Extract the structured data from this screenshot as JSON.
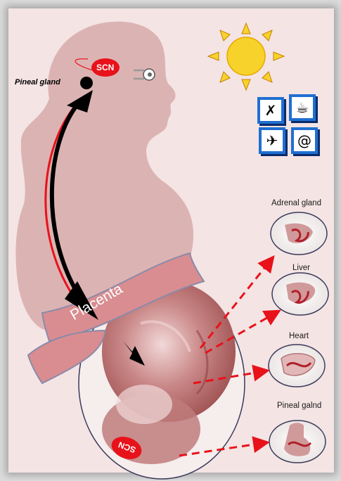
{
  "labels": {
    "scn_top": "SCN",
    "scn_fetal": "SCN",
    "pineal_gland": "Pineal gland",
    "placenta": "Placenta"
  },
  "organs": [
    {
      "label": "Adrenal gland"
    },
    {
      "label": "Liver"
    },
    {
      "label": "Heart"
    },
    {
      "label": "Pineal galnd"
    }
  ],
  "icons": {
    "sun": "sun-icon",
    "tiles": [
      "fork-knife-icon",
      "coffee-cup-icon",
      "airplane-icon",
      "at-sign-icon"
    ]
  },
  "colors": {
    "background": "#f4e4e4",
    "silhouette": "#dcb3b3",
    "scn_red": "#e8121a",
    "arrow_red": "#e8121a",
    "placenta_band": "#d98d91",
    "fetus": "#b96a6a",
    "sun": "#f7d22a",
    "tile_border": "#1f6fd1"
  }
}
